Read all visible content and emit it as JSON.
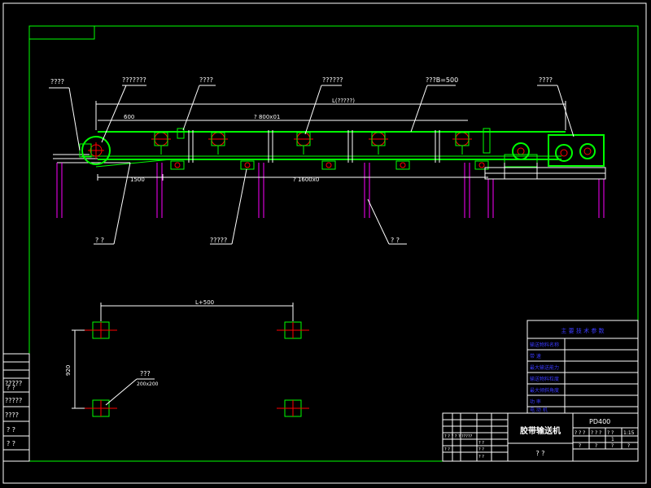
{
  "labels": {
    "head_pulley": "???????",
    "drive_unit": "????",
    "carrying_idler": "??????",
    "belt_spec": "???B=500",
    "tail_note": "????",
    "top_left": "????",
    "length_dim": "L(?????)",
    "dim_600": "600",
    "dim_spacing_top": "? 800x01",
    "dim_1500": "1500",
    "dim_spacing_bottom": "? 1600x0",
    "frame": "? ?",
    "return_idler": "?????",
    "leg": "? ?",
    "foundation_width": "L+500",
    "foundation_height": "920",
    "bolt_label": "???",
    "bolt_size": "200x200"
  },
  "params_table": {
    "title": "主 要 技 术 参 数",
    "rows": [
      "输送物料名称",
      "带    速",
      "最大输送能力",
      "输送物料粒度",
      "最大倾斜角度",
      "功    率",
      "电 动 机"
    ]
  },
  "left_strip": [
    "?????",
    "? ?",
    "?????",
    "????",
    "? ?",
    "? ?"
  ],
  "title_block": {
    "name": "胶带输送机",
    "code": "PD400",
    "sub": "? ?",
    "scale_row": [
      "? ? ?",
      "? ? ?",
      "? ?",
      "1:15"
    ],
    "count": "1",
    "bottom_row": [
      "?",
      "?",
      "?",
      "?"
    ],
    "left_cells": [
      "? ? ? ? ?",
      "?????",
      "? ?",
      "? ?",
      "? ?",
      "? ?"
    ]
  }
}
